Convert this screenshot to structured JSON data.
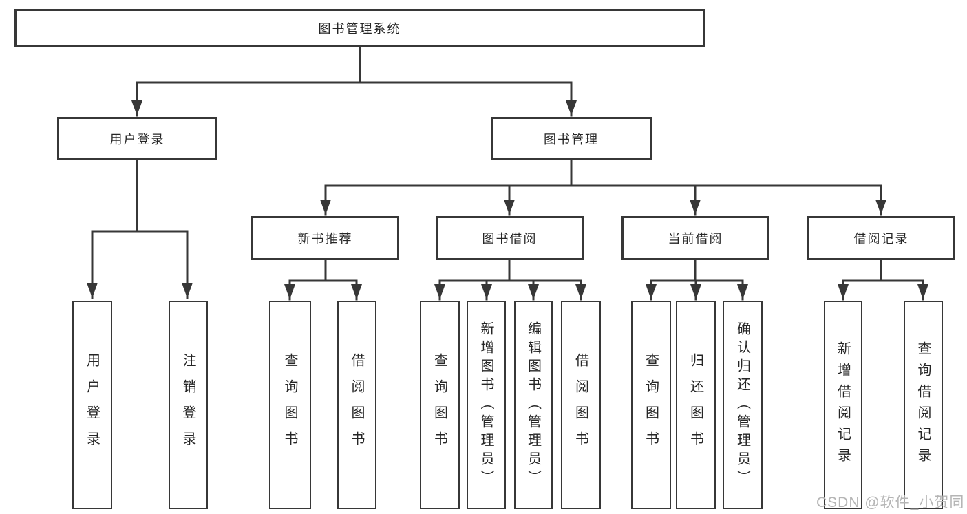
{
  "diagram": {
    "root": {
      "label": "图书管理系统"
    },
    "branches": [
      {
        "label": "用户登录",
        "children": [
          {
            "label": "用户登录"
          },
          {
            "label": "注销登录"
          }
        ]
      },
      {
        "label": "图书管理",
        "children": [
          {
            "label": "新书推荐",
            "children": [
              {
                "label": "查询图书"
              },
              {
                "label": "借阅图书"
              }
            ]
          },
          {
            "label": "图书借阅",
            "children": [
              {
                "label": "查询图书"
              },
              {
                "label": "新增图书（管理员）"
              },
              {
                "label": "编辑图书（管理员）"
              },
              {
                "label": "借阅图书"
              }
            ]
          },
          {
            "label": "当前借阅",
            "children": [
              {
                "label": "查询图书"
              },
              {
                "label": "归还图书"
              },
              {
                "label": "确认归还（管理员）"
              }
            ]
          },
          {
            "label": "借阅记录",
            "children": [
              {
                "label": "新增借阅记录"
              },
              {
                "label": "查询借阅记录"
              }
            ]
          }
        ]
      }
    ]
  },
  "watermark": {
    "text": "CSDN @软件_小贺同学",
    "color": "#b5b5b5"
  },
  "colors": {
    "line": "#373737",
    "box_background": "#ffffff",
    "text": "#262626"
  }
}
